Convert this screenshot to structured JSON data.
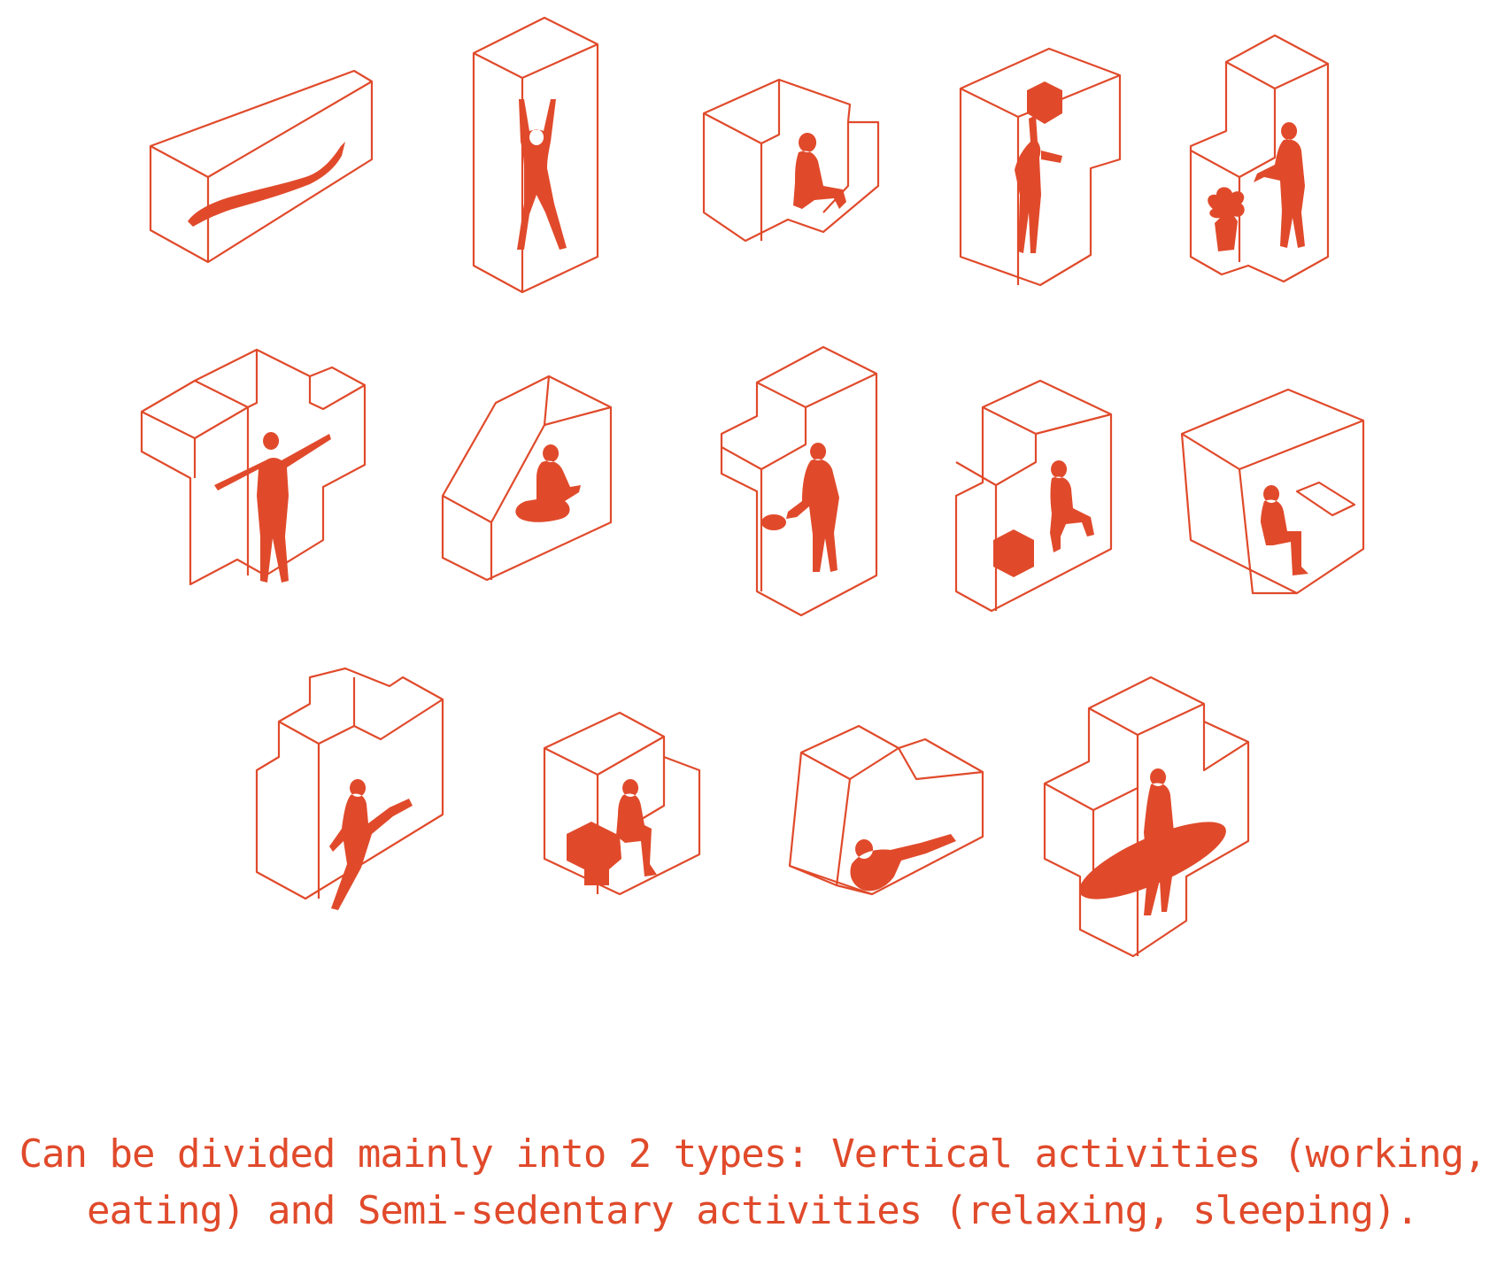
{
  "caption": {
    "line1": "Can be divided mainly into 2 types: Vertical activities (working,",
    "line2": "eating) and Semi-sedentary activities (relaxing, sleeping)."
  },
  "colors": {
    "accent": "#e04a2b",
    "background": "#ffffff"
  },
  "modules": [
    {
      "activity": "lying-down"
    },
    {
      "activity": "stretching-arms-up"
    },
    {
      "activity": "sitting-reading"
    },
    {
      "activity": "reaching-shelf"
    },
    {
      "activity": "watering-plant"
    },
    {
      "activity": "arms-spread"
    },
    {
      "activity": "meditating"
    },
    {
      "activity": "cooking"
    },
    {
      "activity": "kicking-box"
    },
    {
      "activity": "sitting-at-table"
    },
    {
      "activity": "high-kick"
    },
    {
      "activity": "sitting-on-block"
    },
    {
      "activity": "reclining-legs-up"
    },
    {
      "activity": "holding-surfboard"
    }
  ]
}
